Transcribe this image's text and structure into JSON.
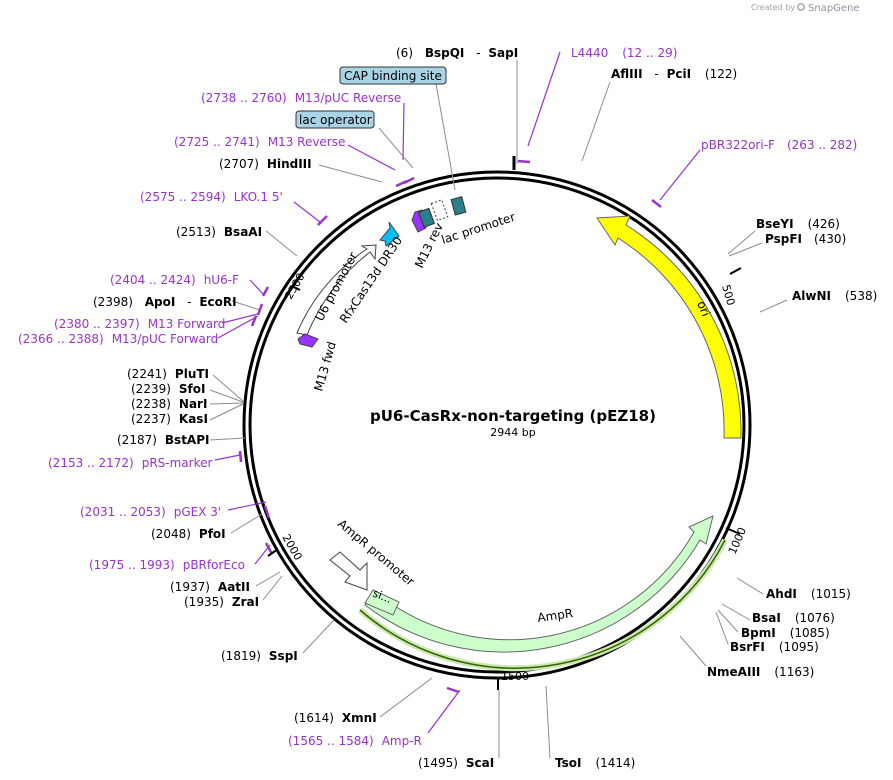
{
  "app": {
    "credit_prefix": "Created by",
    "credit_brand": "SnapGene"
  },
  "plasmid": {
    "name": "pU6-CasRx-non-targeting (pEZ18)",
    "length_label": "2944 bp"
  },
  "ticks": [
    {
      "label": "500"
    },
    {
      "label": "1000"
    },
    {
      "label": "1500"
    },
    {
      "label": "2000"
    },
    {
      "label": "2500"
    }
  ],
  "sites": [
    {
      "num": "(6)",
      "name": "BspQI",
      "extra": "SapI"
    },
    {
      "num": "(122)",
      "name": "AflIII",
      "extra": "PciI"
    },
    {
      "num": "(426)",
      "name": "BseYI",
      "extra": ""
    },
    {
      "num": "(430)",
      "name": "PspFI",
      "extra": ""
    },
    {
      "num": "(538)",
      "name": "AlwNI",
      "extra": ""
    },
    {
      "num": "(1015)",
      "name": "AhdI",
      "extra": ""
    },
    {
      "num": "(1076)",
      "name": "BsaI",
      "extra": ""
    },
    {
      "num": "(1085)",
      "name": "BpmI",
      "extra": ""
    },
    {
      "num": "(1095)",
      "name": "BsrFI",
      "extra": ""
    },
    {
      "num": "(1163)",
      "name": "NmeAIII",
      "extra": ""
    },
    {
      "num": "(1414)",
      "name": "TsoI",
      "extra": ""
    },
    {
      "num": "(1495)",
      "name": "ScaI",
      "extra": ""
    },
    {
      "num": "(1614)",
      "name": "XmnI",
      "extra": ""
    },
    {
      "num": "(1819)",
      "name": "SspI",
      "extra": ""
    },
    {
      "num": "(1935)",
      "name": "ZraI",
      "extra": ""
    },
    {
      "num": "(1937)",
      "name": "AatII",
      "extra": ""
    },
    {
      "num": "(2048)",
      "name": "PfoI",
      "extra": ""
    },
    {
      "num": "(2187)",
      "name": "BstAPI",
      "extra": ""
    },
    {
      "num": "(2237)",
      "name": "KasI",
      "extra": ""
    },
    {
      "num": "(2238)",
      "name": "NarI",
      "extra": ""
    },
    {
      "num": "(2239)",
      "name": "SfoI",
      "extra": ""
    },
    {
      "num": "(2241)",
      "name": "PluTI",
      "extra": ""
    },
    {
      "num": "(2398)",
      "name": "ApoI",
      "extra": "EcoRI"
    },
    {
      "num": "(2513)",
      "name": "BsaAI",
      "extra": ""
    },
    {
      "num": "(2707)",
      "name": "HindIII",
      "extra": ""
    }
  ],
  "primers": [
    {
      "name": "L4440",
      "range": "(12 .. 29)"
    },
    {
      "name": "pBR322ori-F",
      "range": "(263 .. 282)"
    },
    {
      "name": "Amp-R",
      "range": "(1565 .. 1584)"
    },
    {
      "name": "pBRforEco",
      "range": "(1975 .. 1993)"
    },
    {
      "name": "pGEX 3'",
      "range": "(2031 .. 2053)"
    },
    {
      "name": "pRS-marker",
      "range": "(2153 .. 2172)"
    },
    {
      "name": "M13/pUC Forward",
      "range": "(2366 .. 2388)"
    },
    {
      "name": "M13 Forward",
      "range": "(2380 .. 2397)"
    },
    {
      "name": "hU6-F",
      "range": "(2404 .. 2424)"
    },
    {
      "name": "LKO.1 5'",
      "range": "(2575 .. 2594)"
    },
    {
      "name": "M13 Reverse",
      "range": "(2725 .. 2741)"
    },
    {
      "name": "M13/pUC Reverse",
      "range": "(2738 .. 2760)"
    }
  ],
  "boxed_features": [
    {
      "label": "CAP binding site"
    },
    {
      "label": "lac operator"
    }
  ],
  "features": [
    {
      "label": "ori",
      "color": "#ffff00"
    },
    {
      "label": "AmpR",
      "color": "#ccffcc"
    },
    {
      "label": "AmpR promoter",
      "color": "#ffffff"
    },
    {
      "label": "si...",
      "color": "#ccffcc"
    },
    {
      "label": "U6 promoter",
      "color": "#ffffff"
    },
    {
      "label": "RfxCas13d DR30",
      "color": "#00bfff"
    },
    {
      "label": "lac promoter",
      "color": "#ffffff"
    },
    {
      "label": "M13 rev",
      "color": "#9933ff"
    },
    {
      "label": "M13 fwd",
      "color": "#9933ff"
    }
  ],
  "colors": {
    "primer": "#9933cc",
    "boxed_fill": "#a8d4e6",
    "lac_element": "#2a7f8a"
  }
}
